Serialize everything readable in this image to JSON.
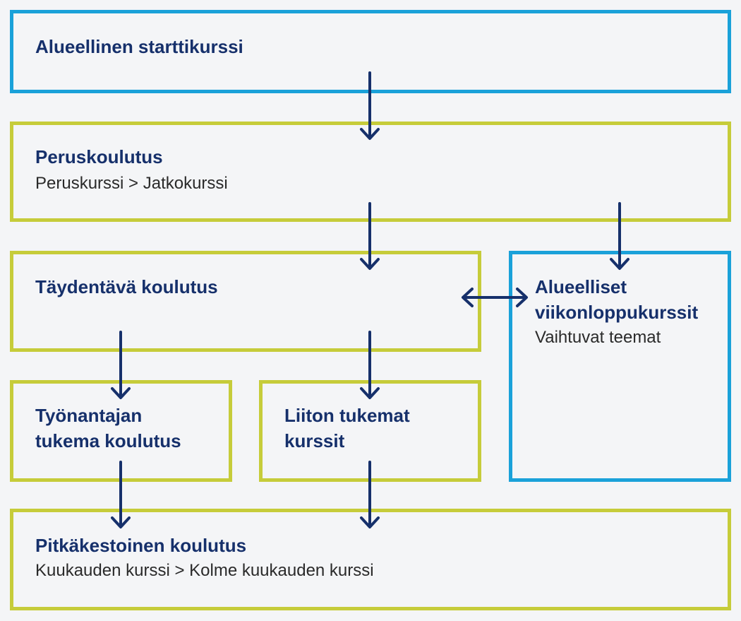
{
  "colors": {
    "background": "#f4f5f7",
    "blue_border": "#1aa1d9",
    "green_border": "#c6cc3a",
    "arrow": "#16306b",
    "title_text": "#16306b",
    "body_text": "#2a2a2a"
  },
  "boxes": {
    "starttikurssi": {
      "title": "Alueellinen starttikurssi"
    },
    "peruskoulutus": {
      "title": "Peruskoulutus",
      "subtitle": "Peruskurssi > Jatkokurssi"
    },
    "taydentava": {
      "title": "Täydentävä koulutus"
    },
    "viikonloppukurssit": {
      "title_line1": "Alueelliset",
      "title_line2": "viikonloppukurssit",
      "subtitle": "Vaihtuvat teemat"
    },
    "tyonantaja": {
      "title_line1": "Työnantajan",
      "title_line2": "tukema koulutus"
    },
    "liitto": {
      "title_line1": "Liiton tukemat",
      "title_line2": "kurssit"
    },
    "pitkakestoinen": {
      "title": "Pitkäkestoinen koulutus",
      "subtitle": "Kuukauden kurssi > Kolme kuukauden kurssi"
    }
  }
}
